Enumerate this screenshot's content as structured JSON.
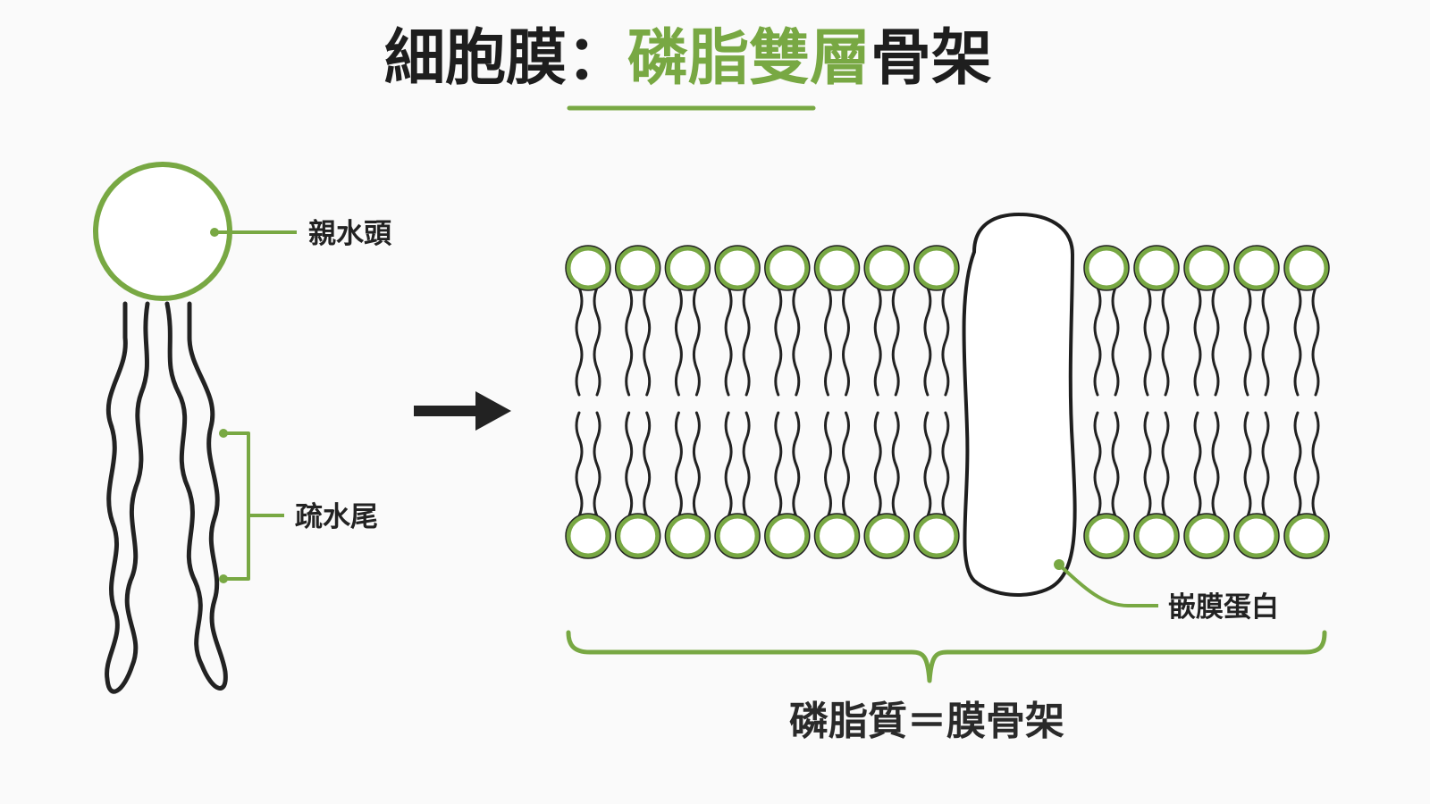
{
  "title": {
    "prefix": "細胞膜：",
    "highlight": "磷脂雙層",
    "suffix": "骨架"
  },
  "labels": {
    "hydrophilic_head": "親水頭",
    "hydrophobic_tail": "疏水尾",
    "embedded_protein": "嵌膜蛋白",
    "bottom_caption": "磷脂質＝膜骨架"
  },
  "colors": {
    "accent_green": "#78a843",
    "outline_dark": "#222222",
    "title_dark": "#1e1e1e",
    "background": "#fafafa"
  },
  "bilayer": {
    "left_group_count": 8,
    "right_group_count": 5
  }
}
